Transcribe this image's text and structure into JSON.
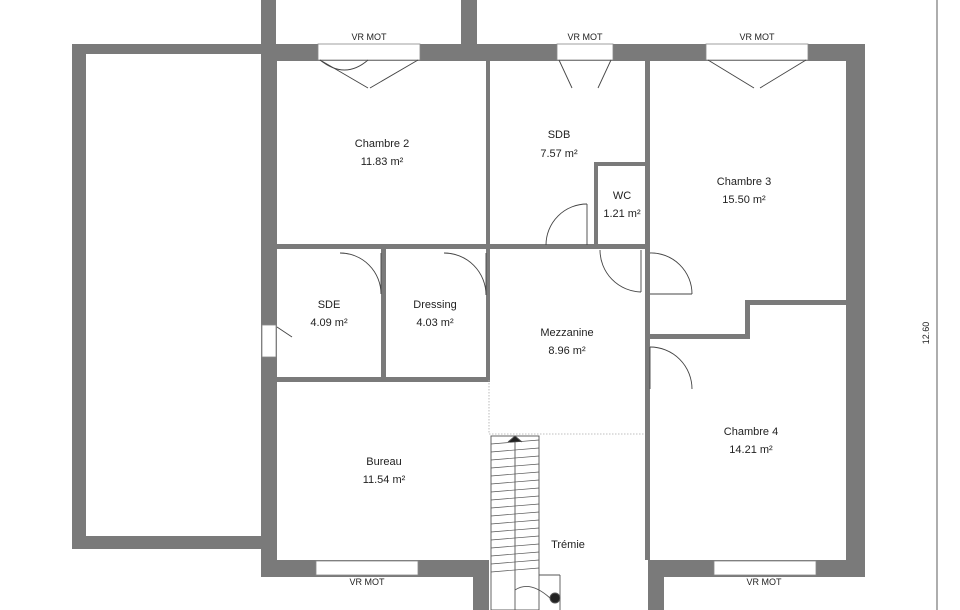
{
  "rooms": {
    "chambre2": {
      "name": "Chambre 2",
      "area": "11.83 m²"
    },
    "sdb": {
      "name": "SDB",
      "area": "7.57 m²"
    },
    "wc": {
      "name": "WC",
      "area": "1.21 m²"
    },
    "chambre3": {
      "name": "Chambre 3",
      "area": "15.50 m²"
    },
    "sde": {
      "name": "SDE",
      "area": "4.09 m²"
    },
    "dressing": {
      "name": "Dressing",
      "area": "4.03 m²"
    },
    "mezzanine": {
      "name": "Mezzanine",
      "area": "8.96 m²"
    },
    "bureau": {
      "name": "Bureau",
      "area": "11.54 m²"
    },
    "chambre4": {
      "name": "Chambre 4",
      "area": "14.21 m²"
    },
    "tremie": {
      "name": "Trémie"
    }
  },
  "windows": {
    "w_chambre2": "VR MOT",
    "w_sdb": "VR MOT",
    "w_chambre3": "VR MOT",
    "w_bureau": "VR MOT",
    "w_chambre4": "VR MOT"
  },
  "dimension": "12.60",
  "colors": {
    "wall": "#7a7a7a",
    "background": "#ffffff"
  }
}
